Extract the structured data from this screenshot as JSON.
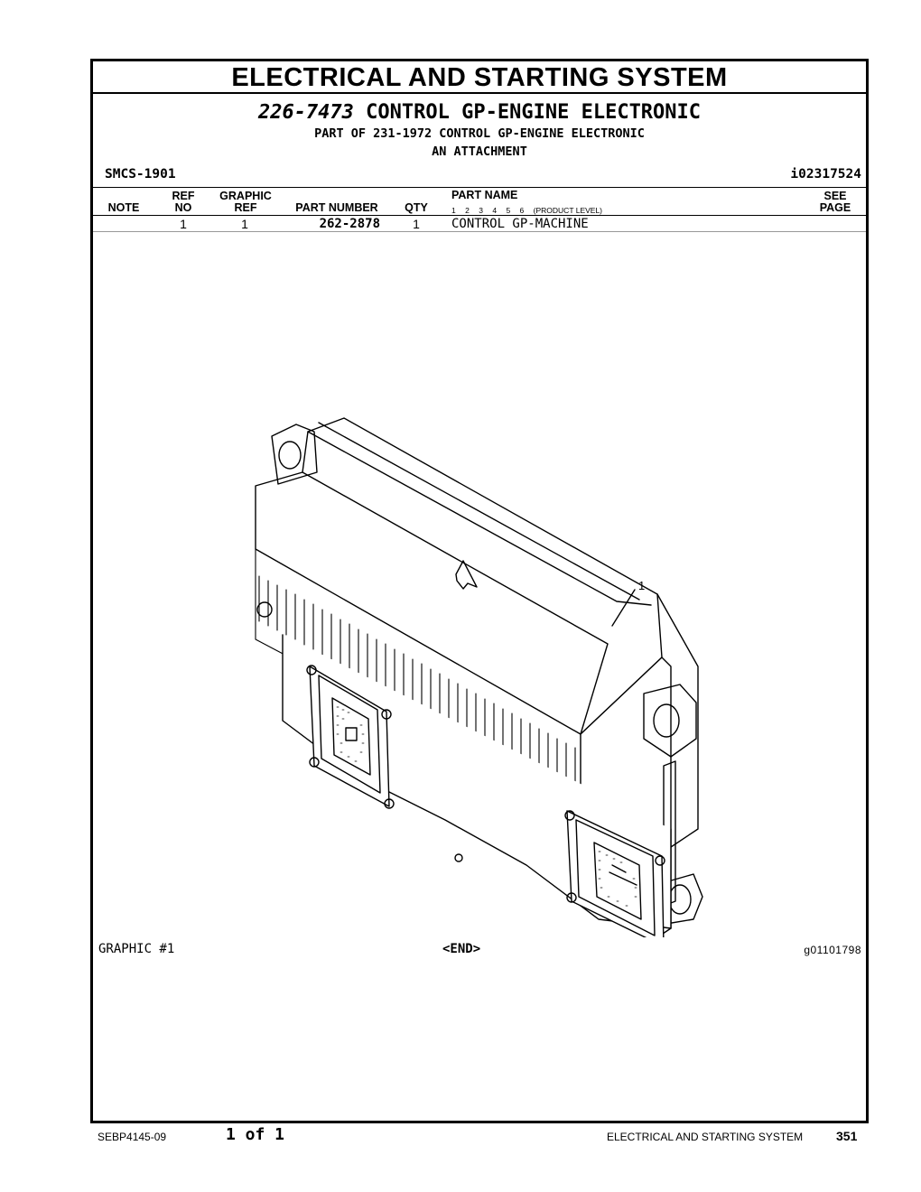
{
  "header": {
    "section_title": "ELECTRICAL AND STARTING SYSTEM",
    "group_part_number": "226-7473",
    "group_name": "CONTROL GP-ENGINE ELECTRONIC",
    "part_of": "PART OF 231-1972 CONTROL GP-ENGINE ELECTRONIC",
    "attachment": "AN ATTACHMENT",
    "smcs": "SMCS-1901",
    "info_id": "i02317524"
  },
  "table": {
    "columns": {
      "note": "NOTE",
      "ref_no_top": "REF",
      "ref_no_bottom": "NO",
      "graphic_ref_top": "GRAPHIC",
      "graphic_ref_bottom": "REF",
      "part_number": "PART NUMBER",
      "qty": "QTY",
      "part_name": "PART NAME",
      "see_page_top": "SEE",
      "see_page_bottom": "PAGE"
    },
    "product_levels": [
      "1",
      "2",
      "3",
      "4",
      "5",
      "6"
    ],
    "product_level_label": "(PRODUCT LEVEL)",
    "rows": [
      {
        "note": "",
        "ref_no": "1",
        "graphic_ref": "1",
        "part_number": "262-2878",
        "qty": "1",
        "part_name": "CONTROL GP-MACHINE",
        "see_page": ""
      }
    ]
  },
  "illustration": {
    "callout": "1",
    "icon": "engine-control-module-drawing"
  },
  "graphic": {
    "label": "GRAPHIC #1",
    "end": "<END>",
    "id": "g01101798"
  },
  "footer": {
    "doc_number": "SEBP4145-09",
    "page_of": "1 of 1",
    "section": "ELECTRICAL AND STARTING SYSTEM",
    "page_number": "351"
  }
}
